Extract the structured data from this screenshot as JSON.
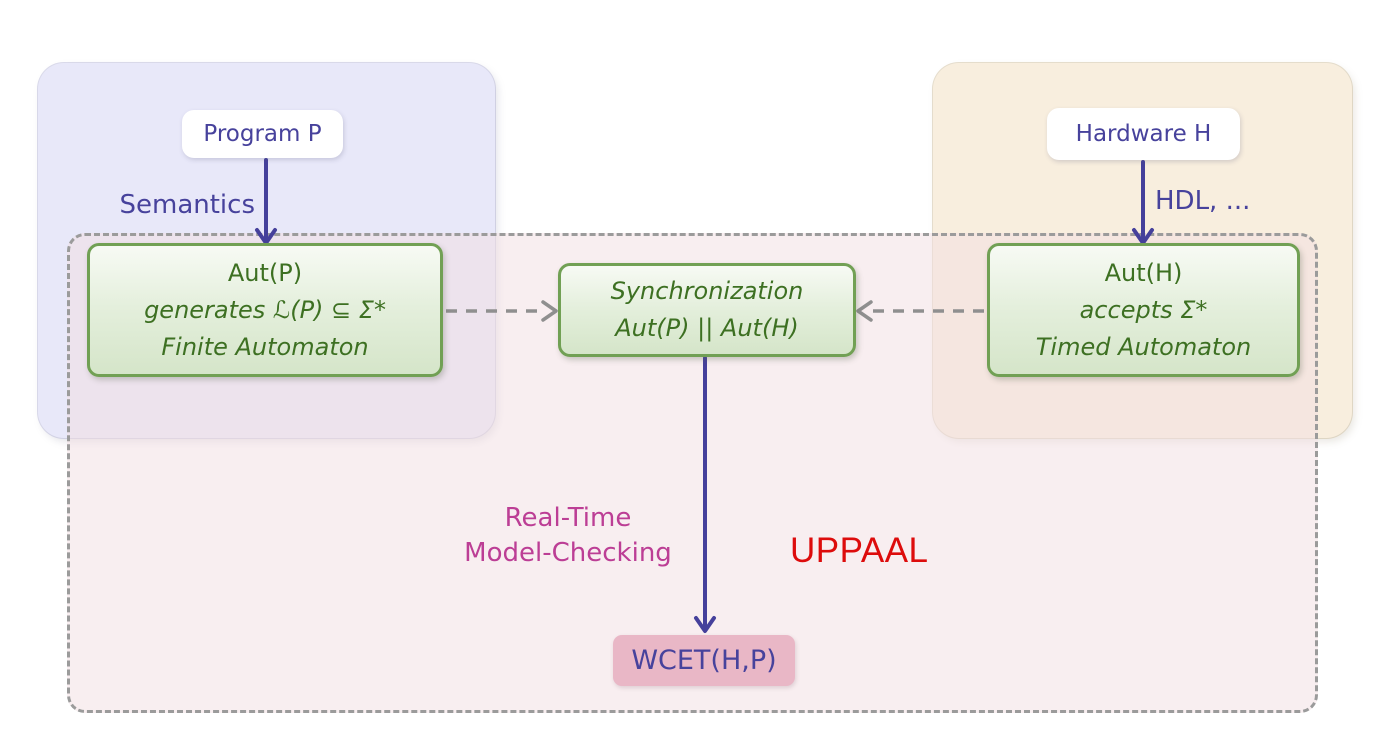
{
  "program_side": {
    "box_label": "Program P",
    "arrow_label": "Semantics",
    "automaton": {
      "title": "Aut(P)",
      "property": "generates ℒ(P) ⊆ Σ*",
      "kind": "Finite Automaton"
    }
  },
  "hardware_side": {
    "box_label": "Hardware H",
    "arrow_label": "HDL, ...",
    "automaton": {
      "title": "Aut(H)",
      "property": "accepts Σ*",
      "kind": "Timed Automaton"
    }
  },
  "synchronization": {
    "title": "Synchronization",
    "formula": "Aut(P) || Aut(H)"
  },
  "model_checking": {
    "line1": "Real-Time",
    "line2": "Model-Checking"
  },
  "tool_label": "UPPAAL",
  "result": {
    "label": "WCET(H,P)"
  },
  "colors": {
    "text_indigo": "#47429c",
    "arrow_indigo": "#45409b",
    "green_border": "#71a054",
    "green_text": "#3d7022",
    "magenta": "#bc3e95",
    "uppaal_red": "#dd0c0c",
    "wcet_fill": "#e9b7c6",
    "dashed_gray": "#8f8f8f",
    "lavender_fill": "#e8e8f9",
    "beige_fill": "#f8eede"
  }
}
